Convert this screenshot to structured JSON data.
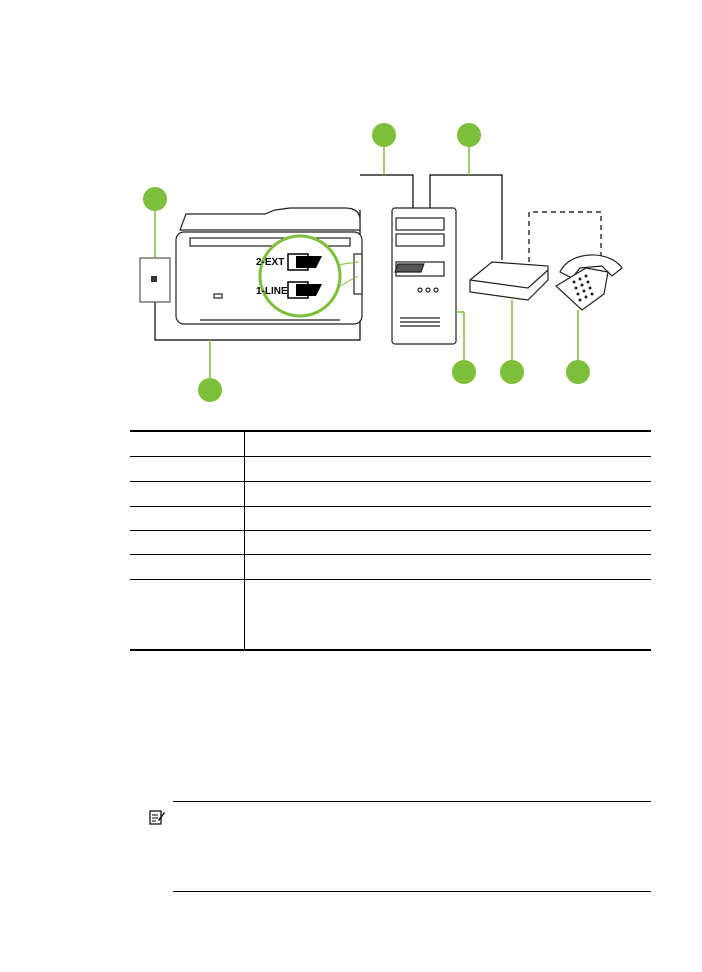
{
  "diagram": {
    "port_labels": {
      "ext": "2-EXT",
      "line": "1-LINE"
    },
    "callouts": [
      {
        "id": "1",
        "label": ""
      },
      {
        "id": "2",
        "label": ""
      },
      {
        "id": "3",
        "label": ""
      },
      {
        "id": "4",
        "label": ""
      },
      {
        "id": "5",
        "label": ""
      },
      {
        "id": "6",
        "label": ""
      },
      {
        "id": "7",
        "label": ""
      }
    ],
    "colors": {
      "callout": "#7cbf3a",
      "line": "#000000",
      "highlight": "#7cbf3a"
    },
    "icons": [
      "wall-jack-icon",
      "printer-icon",
      "computer-tower-icon",
      "answering-machine-icon",
      "telephone-icon"
    ]
  },
  "legend": {
    "rows": 7
  },
  "note": {
    "icon": "note-icon"
  }
}
